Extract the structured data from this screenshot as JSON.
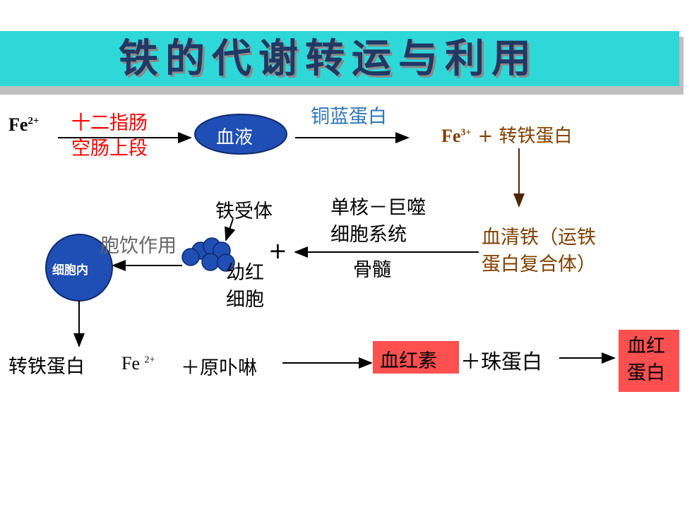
{
  "title": "铁的代谢转运与利用",
  "colors": {
    "title_bar": "#2fd8d8",
    "title_text": "#203864",
    "red": "#ff0000",
    "brown": "#7f4000",
    "blue_label": "#2e75b6",
    "node_blue": "#1f4fb5",
    "box_red": "#ff5050"
  },
  "nodes": {
    "fe2_start": {
      "base": "Fe",
      "sup": "2+"
    },
    "duodenum_line1": "十二指肠",
    "duodenum_line2": "空肠上段",
    "blood": "血液",
    "ceruloplasmin": "铜蓝蛋白",
    "fe3": {
      "base": "Fe",
      "sup": "3+",
      "suffix": "+ 转铁蛋白"
    },
    "serum_iron_line1": "血清铁（运铁",
    "serum_iron_line2": "蛋白复合体）",
    "mps_line1": "单核－巨噬",
    "mps_line2": "细胞系统",
    "bone_marrow": "骨髓",
    "plus1": "+",
    "receptor": "铁受体",
    "erythroblast_line1": "幼红",
    "erythroblast_line2": "细胞",
    "pinocytosis": "胞饮作用",
    "inside_cell": "细胞内",
    "transferrin": "转铁蛋白",
    "fe2_bottom": {
      "base": "Fe ",
      "sup": "2+"
    },
    "protoporphyrin": "＋原卟啉",
    "heme": "血红素",
    "globin": "＋珠蛋白",
    "hemoglobin_line1": "血红",
    "hemoglobin_line2": "蛋白"
  }
}
